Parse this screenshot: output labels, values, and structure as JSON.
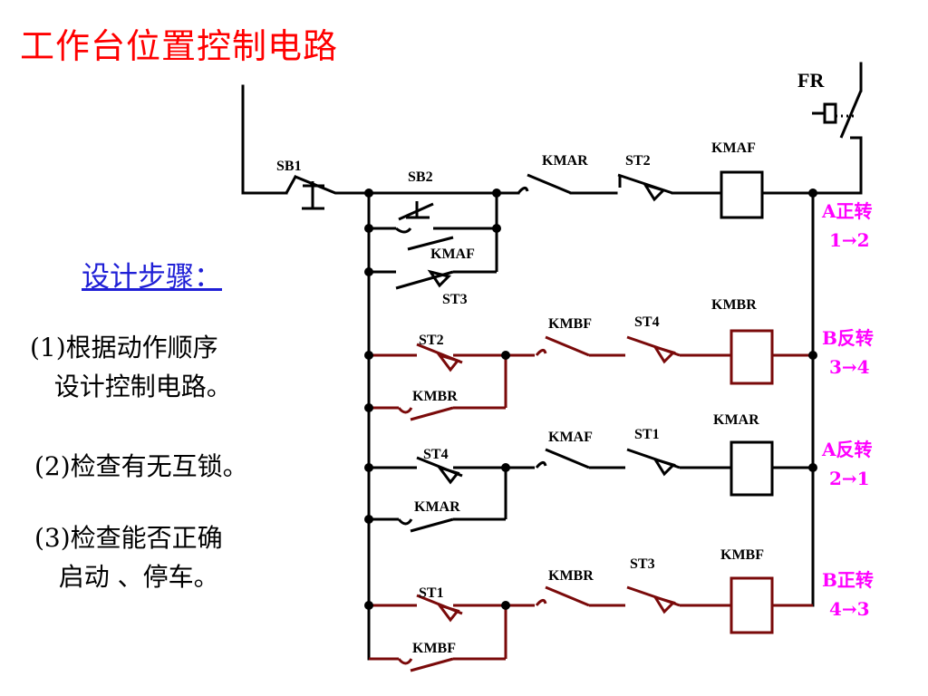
{
  "title": "工作台位置控制电路",
  "design_steps": {
    "heading": "设计步骤：",
    "steps": [
      "(1)根据动作顺序\n   设计控制电路。",
      "(2)检查有无互锁。",
      "(3)检查能否正确\n   启动 、停车。"
    ]
  },
  "diagram": {
    "labels": {
      "fr": "FR",
      "sb1": "SB1",
      "sb2": "SB2",
      "kmaf_holding": "KMAF",
      "st3_parallel": "ST3",
      "rung1_interlock": "KMAR",
      "rung1_limit": "ST2",
      "rung1_coil": "KMAF",
      "rung2_input": "ST2",
      "rung2_holding": "KMBR",
      "rung2_interlock": "KMBF",
      "rung2_limit": "ST4",
      "rung2_coil": "KMBR",
      "rung3_input": "ST4",
      "rung3_holding": "KMAR",
      "rung3_interlock": "KMAF",
      "rung3_limit": "ST1",
      "rung3_coil": "KMAR",
      "rung4_input": "ST1",
      "rung4_holding": "KMBF",
      "rung4_interlock": "KMBR",
      "rung4_limit": "ST3",
      "rung4_coil": "KMBF"
    },
    "states": [
      {
        "direction": "A正转",
        "sequence": "1→2"
      },
      {
        "direction": "B反转",
        "sequence": "3→4"
      },
      {
        "direction": "A反转",
        "sequence": "2→1"
      },
      {
        "direction": "B正转",
        "sequence": "4→3"
      }
    ],
    "colors": {
      "title": "#ff0000",
      "heading": "#1f1fd6",
      "rung1_wire": "#000000",
      "rung_wire": "#7a0a0a",
      "state_label": "#ff00ff"
    }
  }
}
